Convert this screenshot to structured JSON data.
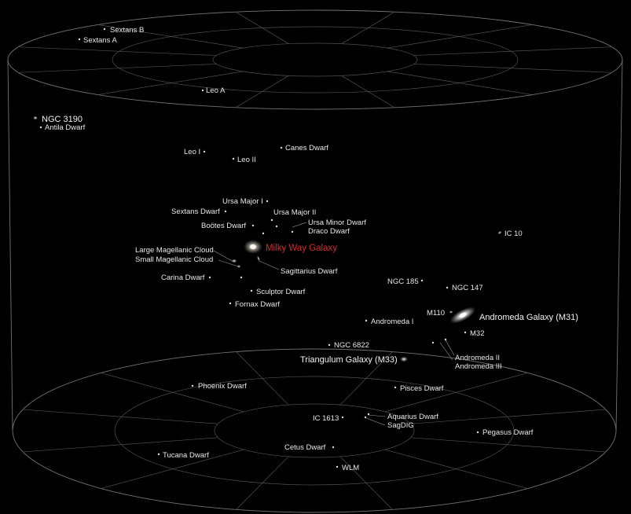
{
  "colors": {
    "background": "#000000",
    "grid_line": "#4c5252",
    "frame_line": "#6e7474",
    "label_text": "#e8e8e8",
    "milky_way_label": "#d42a2a"
  },
  "labels": {
    "sextans_b": "Sextans B",
    "sextans_a": "Sextans A",
    "leo_a": "Leo A",
    "ngc_3190": "NGC 3190",
    "antlia_dwarf": "Antila Dwarf",
    "leo_i": "Leo I",
    "leo_ii": "Leo II",
    "canes_dwarf": "Canes Dwarf",
    "ursa_major_i": "Ursa Major I",
    "sextans_dwarf": "Sextans Dwarf",
    "ursa_major_ii": "Ursa Major II",
    "bootes_dwarf": "Boötes Dwarf",
    "ursa_minor_dwarf": "Ursa Minor Dwarf",
    "draco_dwarf": "Draco Dwarf",
    "ic_10": "IC 10",
    "large_magellanic_cloud": "Large Magellanic Cloud",
    "small_magellanic_cloud": "Small Magellanic Cloud",
    "milky_way_galaxy": "Milky Way Galaxy",
    "sagittarius_dwarf": "Sagittarius Dwarf",
    "carina_dwarf": "Carina Dwarf",
    "ngc_185": "NGC 185",
    "ngc_147": "NGC 147",
    "sculptor_dwarf": "Sculptor Dwarf",
    "fornax_dwarf": "Fornax Dwarf",
    "m110": "M110",
    "andromeda_galaxy": "Andromeda Galaxy (M31)",
    "andromeda_i": "Andromeda I",
    "m32": "M32",
    "ngc_6822": "NGC 6822",
    "andromeda_ii": "Andromeda II",
    "andromeda_iii": "Andromeda III",
    "triangulum_galaxy": "Triangulum Galaxy (M33)",
    "phoenix_dwarf": "Phoenix Dwarf",
    "pisces_dwarf": "Pisces Dwarf",
    "ic_1613": "IC 1613",
    "aquarius_dwarf": "Aquarius Dwarf",
    "sagdig": "SagDIG",
    "pegasus_dwarf": "Pegasus Dwarf",
    "tucana_dwarf": "Tucana Dwarf",
    "cetus_dwarf": "Cetus Dwarf",
    "wlm": "WLM"
  }
}
